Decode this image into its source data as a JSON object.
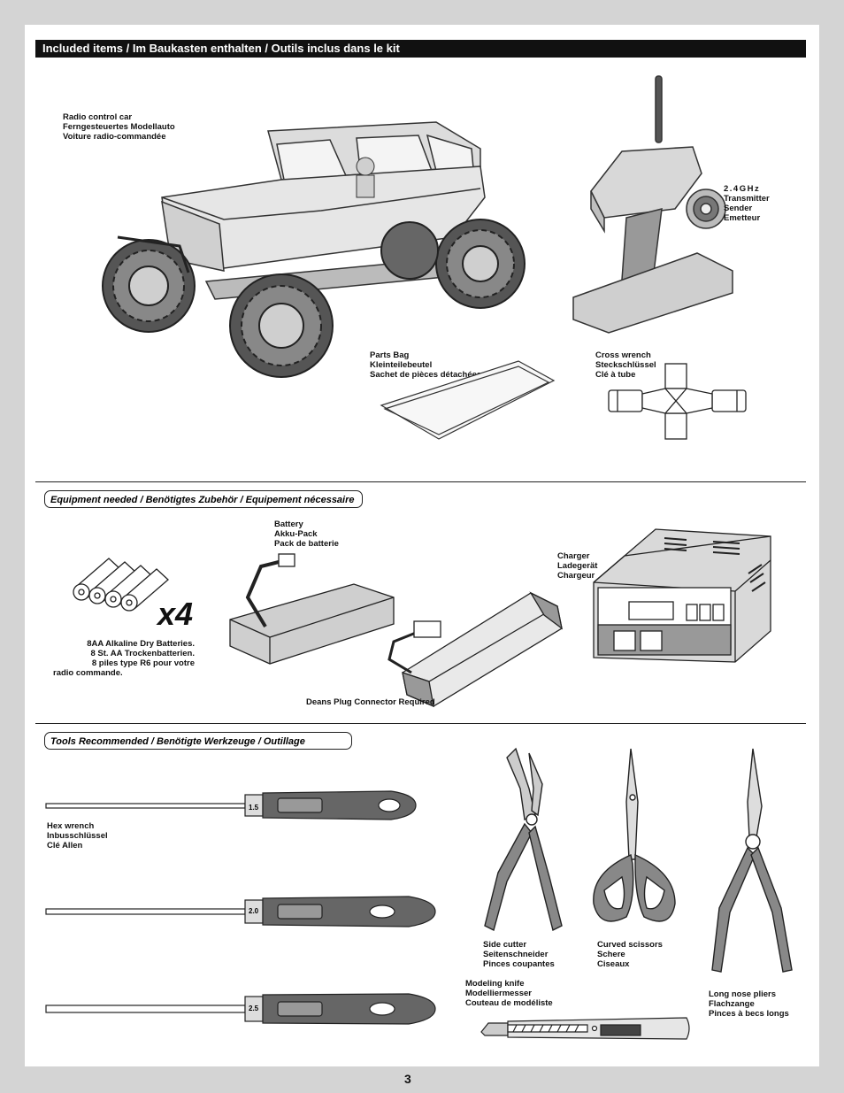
{
  "banner": {
    "title": "Included items / Im Baukasten enthalten / Outils inclus dans le kit"
  },
  "included": {
    "car": {
      "en": "Radio control car",
      "de": "Ferngesteuertes Modellauto",
      "fr": "Voiture radio-commandée"
    },
    "transmitter": {
      "band": "2.4GHz",
      "en": "Transmitter",
      "de": "Sender",
      "fr": "Emetteur"
    },
    "parts_bag": {
      "en": "Parts Bag",
      "de": "Kleinteilebeutel",
      "fr": "Sachet de pièces détachées"
    },
    "cross_wrench": {
      "en": "Cross  wrench",
      "de": "Steckschlüssel",
      "fr": "Clé  à  tube"
    }
  },
  "equipment": {
    "heading": "Equipment needed / Benötigtes Zubehör / Equipement nécessaire",
    "batteries_multiplier": "x4",
    "batteries": {
      "en": "8AA Alkaline Dry Batteries.",
      "de": "8 St. AA Trockenbatterien.",
      "fr1": "8 piles type R6 pour votre",
      "fr2": "radio commande."
    },
    "battery_pack": {
      "en": "Battery",
      "de": "Akku-Pack",
      "fr": "Pack de batterie"
    },
    "charger": {
      "en": "Charger",
      "de": "Ladegerät",
      "fr": "Chargeur"
    },
    "connector_note": "Deans Plug Connector Required"
  },
  "tools": {
    "heading": "Tools Recommended / Benötigte Werkzeuge / Outillage",
    "hex_wrench": {
      "en": "Hex  wrench",
      "de": "Inbusschlüssel",
      "fr": "Clé  Allen",
      "sizes": [
        "1.5",
        "2.0",
        "2.5"
      ]
    },
    "side_cutter": {
      "en": "Side  cutter",
      "de": "Seitenschneider",
      "fr": "Pinces  coupantes"
    },
    "scissors": {
      "en": "Curved  scissors",
      "de": "Schere",
      "fr": "Ciseaux"
    },
    "pliers": {
      "en": "Long  nose  pliers",
      "de": "Flachzange",
      "fr": "Pinces  à  becs  longs"
    },
    "knife": {
      "en": "Modeling  knife",
      "de": "Modelliermesser",
      "fr": "Couteau  de  modéliste"
    }
  },
  "page_number": "3"
}
